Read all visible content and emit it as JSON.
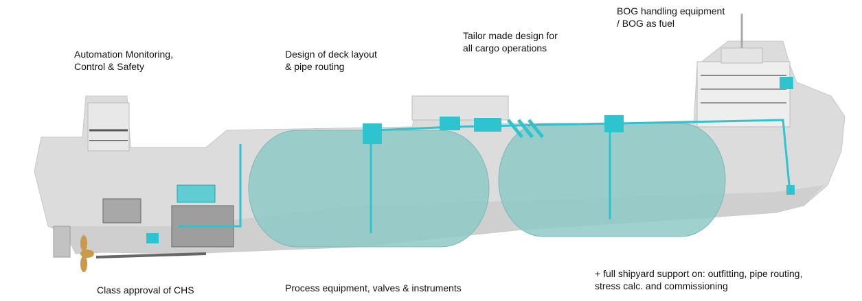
{
  "labels": {
    "automation": {
      "line1": "Automation Monitoring,",
      "line2": "Control & Safety"
    },
    "deck": {
      "line1": "Design of deck layout",
      "line2": "& pipe routing"
    },
    "tailor": {
      "line1": "Tailor made design for",
      "line2": "all cargo operations"
    },
    "bog": {
      "line1": "BOG handling equipment",
      "line2": "/ BOG as fuel"
    },
    "class": {
      "line1": "Class approval of CHS"
    },
    "process": {
      "line1": "Process equipment, valves & instruments"
    },
    "shipyard": {
      "line1": "+ full shipyard support on: outfitting, pipe routing,",
      "line2": "stress calc. and commissioning"
    }
  },
  "colors": {
    "hull": "#d9d9d9",
    "hull_dark": "#bdbdbd",
    "tank": "#8ec9c6",
    "pipe": "#2ec4cf",
    "propeller": "#c89a4a"
  }
}
